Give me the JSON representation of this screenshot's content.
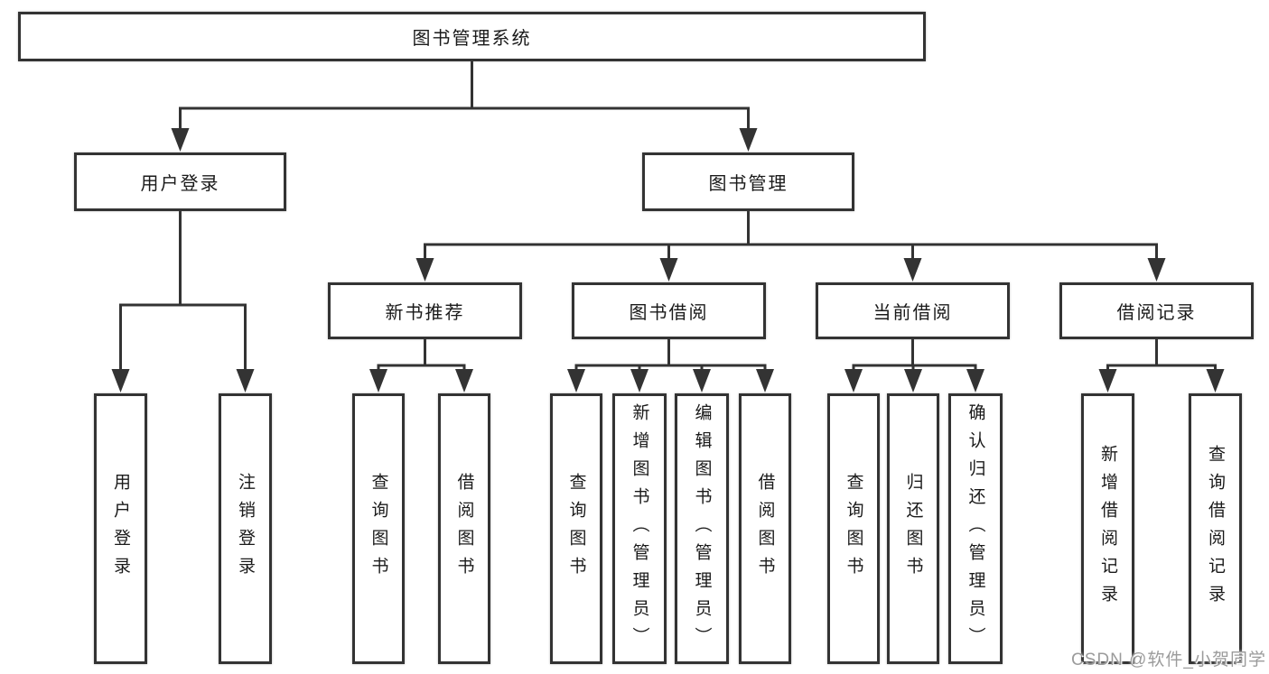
{
  "tree": {
    "label": "图书管理系统",
    "children": [
      {
        "label": "用户登录",
        "children": [
          {
            "label": "用户登录"
          },
          {
            "label": "注销登录"
          }
        ]
      },
      {
        "label": "图书管理",
        "children": [
          {
            "label": "新书推荐",
            "children": [
              {
                "label": "查询图书"
              },
              {
                "label": "借阅图书"
              }
            ]
          },
          {
            "label": "图书借阅",
            "children": [
              {
                "label": "查询图书"
              },
              {
                "label": "新增图书（管理员）"
              },
              {
                "label": "编辑图书（管理员）"
              },
              {
                "label": "借阅图书"
              }
            ]
          },
          {
            "label": "当前借阅",
            "children": [
              {
                "label": "查询图书"
              },
              {
                "label": "归还图书"
              },
              {
                "label": "确认归还（管理员）"
              }
            ]
          },
          {
            "label": "借阅记录",
            "children": [
              {
                "label": "新增借阅记录"
              },
              {
                "label": "查询借阅记录"
              }
            ]
          }
        ]
      }
    ]
  },
  "watermark": "CSDN @软件_小贺同学",
  "colors": {
    "line": "#333333",
    "node_border": "#333333",
    "node_text": "#1a1a1a",
    "background": "#ffffff",
    "watermark_text": "#9b9b9b"
  }
}
